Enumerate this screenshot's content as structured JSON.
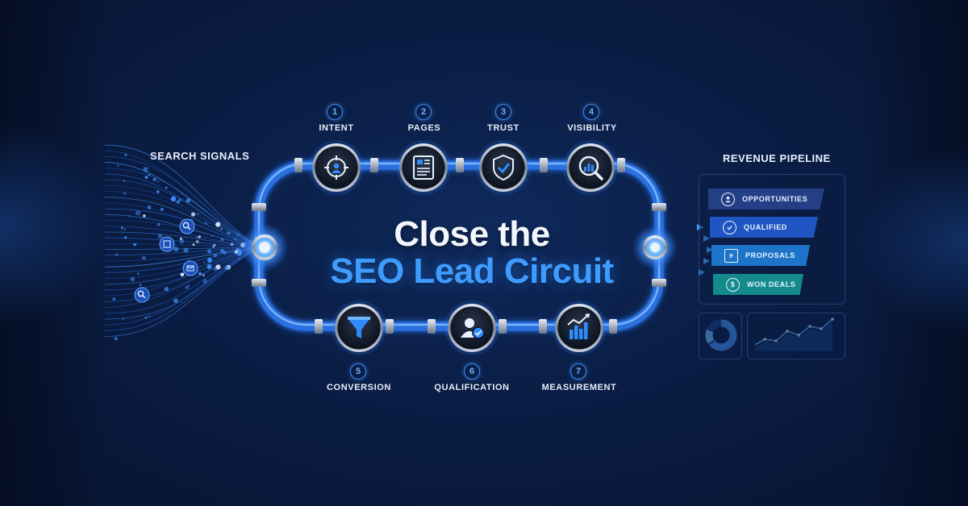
{
  "title": {
    "line1": "Close the",
    "line2": "SEO Lead Circuit"
  },
  "left": {
    "title": "SEARCH SIGNALS"
  },
  "right": {
    "title": "REVENUE PIPELINE",
    "stages": [
      {
        "label": "OPPORTUNITIES",
        "icon": "people-icon",
        "color": "#243f86"
      },
      {
        "label": "QUALIFIED",
        "icon": "check-icon",
        "color": "#1f55c2"
      },
      {
        "label": "PROPOSALS",
        "icon": "document-icon",
        "color": "#1d74c9"
      },
      {
        "label": "WON DEALS",
        "icon": "dollar-icon",
        "color": "#138a8c"
      }
    ],
    "donut_icon": "donut-chart-icon",
    "trend_icon": "line-chart-icon"
  },
  "steps": [
    {
      "num": "1",
      "label": "INTENT",
      "icon": "target-user-icon"
    },
    {
      "num": "2",
      "label": "PAGES",
      "icon": "page-icon"
    },
    {
      "num": "3",
      "label": "TRUST",
      "icon": "shield-check-icon"
    },
    {
      "num": "4",
      "label": "VISIBILITY",
      "icon": "magnifier-chart-icon"
    },
    {
      "num": "5",
      "label": "CONVERSION",
      "icon": "funnel-icon"
    },
    {
      "num": "6",
      "label": "QUALIFICATION",
      "icon": "user-check-icon"
    },
    {
      "num": "7",
      "label": "MEASUREMENT",
      "icon": "bar-trend-icon"
    }
  ],
  "colors": {
    "accent": "#3f9cff",
    "background": "#0a1d44",
    "pipe": "#2a6fe0"
  }
}
